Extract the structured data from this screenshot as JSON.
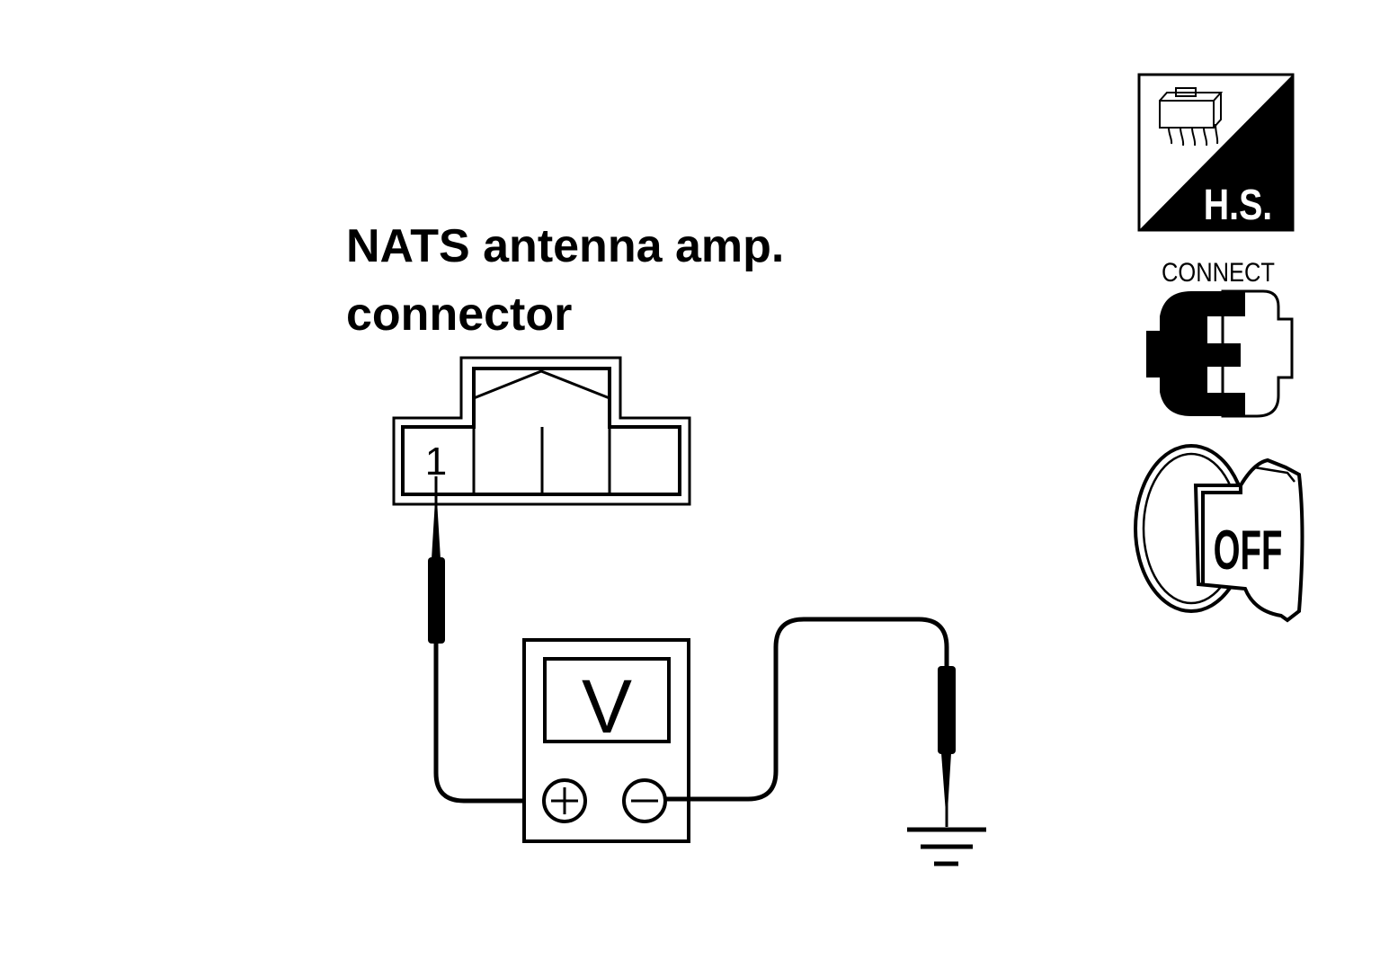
{
  "title": {
    "line1": "NATS antenna amp.",
    "line2": "connector"
  },
  "connector": {
    "terminal_label": "1"
  },
  "meter": {
    "display": "V",
    "positive_terminal": "+",
    "negative_terminal": "−"
  },
  "badges": {
    "harness_side": "H.S.",
    "connect_label": "CONNECT",
    "ignition_state": "OFF"
  },
  "icons": {
    "harness_side": "harness-side-connector-icon",
    "connect": "connector-connect-icon",
    "ignition": "ignition-key-off-icon",
    "ground": "ground-symbol-icon"
  }
}
